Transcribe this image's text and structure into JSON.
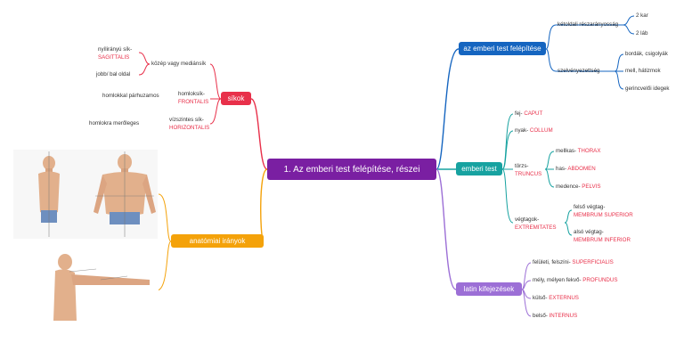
{
  "root": "1. Az emberi test felépítése, részei",
  "nodes": {
    "felepites": "az emberi test felépítése",
    "emberi_test": "emberi test",
    "latin": "latin kifejezések",
    "sikok": "síkok",
    "iranyok": "anatómiai irányok"
  },
  "felepites": {
    "ketoldali": "kétoldali részarányosság",
    "kar": "2 kar",
    "lab": "2 láb",
    "szelvenyezettseg": "szelvényezettség",
    "bordak": "bordák, csigolyák",
    "mell": "mell, hátizmok",
    "gerinc": "gerincvelői idegek"
  },
  "emberi_test": {
    "fej_pre": "fej- ",
    "fej_lat": "CAPUT",
    "nyak_pre": "nyak- ",
    "nyak_lat": "COLLUM",
    "torzs_pre": "törzs-",
    "torzs_lat": "TRUNCUS",
    "mellkas_pre": "mellkas- ",
    "mellkas_lat": "THORAX",
    "has_pre": "has- ",
    "has_lat": "ABDOMEN",
    "medence_pre": "medence- ",
    "medence_lat": "PELVIS",
    "vegtagok_pre": "végtagok-",
    "vegtagok_lat": "EXTREMITATES",
    "felso_pre": "felső végtag-",
    "felso_lat": "MEMBRUM SUPERIOR",
    "also_pre": "alsó végtag-",
    "also_lat": "MEMBRUM INFERIOR"
  },
  "latin": {
    "felszini_pre": "felületi, felszíni- ",
    "felszini_lat": "SUPERFICIALIS",
    "mely_pre": "mély, mélyen fekvő- ",
    "mely_lat": "PROFUNDUS",
    "kulso_pre": "külső- ",
    "kulso_lat": "EXTERNUS",
    "belso_pre": "belső- ",
    "belso_lat": "INTERNUS"
  },
  "sikok": {
    "nyil_pre": "nyílirányú sík-",
    "nyil_lat": "SAGITTALIS",
    "jobb_bal": "jobb/ bal oldal",
    "kozep": "közép vagy mediánsík",
    "homlok_pre": "homloksík-",
    "homlok_lat": "FRONTALIS",
    "homlokkal": "homlokkal párhuzamos",
    "vizszintes_pre": "vízszintes sík-",
    "vizszintes_lat": "HORIZONTALIS",
    "homlokra": "homlokra merőleges"
  },
  "colors": {
    "root": "#7a1fa2",
    "felepites": "#1565c0",
    "emberi_test": "#17a2a0",
    "latin": "#9c6fd6",
    "sikok": "#e8304a",
    "iranyok": "#f4a20a"
  }
}
